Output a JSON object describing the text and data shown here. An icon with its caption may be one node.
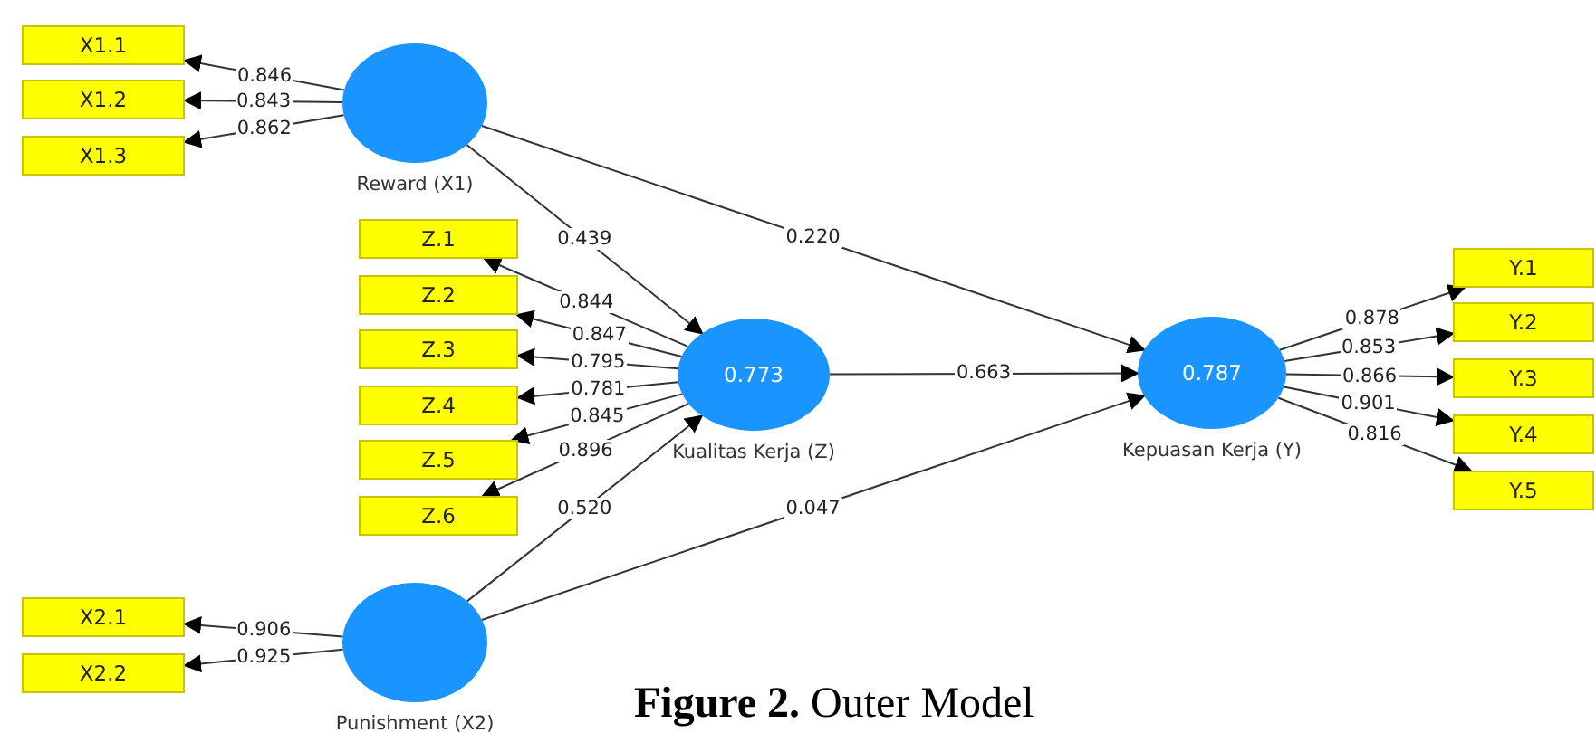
{
  "diagram": {
    "caption": "**Figure 2.** Outer Model",
    "nodes": [
      {
        "text": [
          "X1.1"
        ]
      },
      {
        "text": [
          "X1.2"
        ]
      },
      {
        "text": [
          "X1.3"
        ]
      },
      {
        "text": [],
        "shape": "circle",
        "beside": [
          "Reward (X1)"
        ]
      },
      {
        "text": [
          "Z.1"
        ]
      },
      {
        "text": [
          "Z.2"
        ]
      },
      {
        "text": [
          "Z.3"
        ]
      },
      {
        "text": [
          "Z.4"
        ]
      },
      {
        "text": [
          "Z.5"
        ]
      },
      {
        "text": [
          "Z.6"
        ]
      },
      {
        "text": [
          "0.773"
        ],
        "beside": [
          "Kualitas Kerja (Z)"
        ]
      },
      {
        "text": [
          "0.787"
        ],
        "beside": [
          "Kepuasan Kerja (Y)"
        ]
      },
      {
        "text": [
          "Y.1"
        ]
      },
      {
        "text": [
          "Y.2"
        ]
      },
      {
        "text": [
          "Y.3"
        ]
      },
      {
        "text": [
          "Y.4"
        ]
      },
      {
        "text": [
          "Y.5"
        ]
      },
      {
        "text": [
          "X2.1"
        ]
      },
      {
        "text": [
          "X2.2"
        ]
      },
      {
        "text": [],
        "shape": "circle",
        "beside": [
          "Punishment (X2)"
        ]
      }
    ],
    "edges": [
      {
        "from": 3,
        "to": 0,
        "arrow": "to",
        "label": "0.846"
      },
      {
        "from": 3,
        "to": 1,
        "arrow": "to",
        "label": "0.843"
      },
      {
        "from": 3,
        "to": 2,
        "arrow": "to",
        "label": "0.862"
      },
      {
        "from": 3,
        "to": 10,
        "arrow": "to",
        "label": "0.439"
      },
      {
        "from": 3,
        "to": 11,
        "arrow": "to",
        "label": "0.220"
      },
      {
        "from": 10,
        "to": 4,
        "arrow": "to",
        "label": "0.844"
      },
      {
        "from": 10,
        "to": 5,
        "arrow": "to",
        "label": "0.847"
      },
      {
        "from": 10,
        "to": 6,
        "arrow": "to",
        "label": "0.795"
      },
      {
        "from": 10,
        "to": 7,
        "arrow": "to",
        "label": "0.781"
      },
      {
        "from": 10,
        "to": 8,
        "arrow": "to",
        "label": "0.845"
      },
      {
        "from": 10,
        "to": 9,
        "arrow": "to",
        "label": "0.896"
      },
      {
        "from": 10,
        "to": 11,
        "arrow": "to",
        "label": "0.663"
      },
      {
        "from": 11,
        "to": 12,
        "arrow": "to",
        "label": "0.878"
      },
      {
        "from": 11,
        "to": 13,
        "arrow": "to",
        "label": "0.853"
      },
      {
        "from": 11,
        "to": 14,
        "arrow": "to",
        "label": "0.866"
      },
      {
        "from": 11,
        "to": 15,
        "arrow": "to",
        "label": "0.901"
      },
      {
        "from": 11,
        "to": 16,
        "arrow": "to",
        "label": "0.816"
      },
      {
        "from": 19,
        "to": 17,
        "arrow": "to",
        "label": "0.906"
      },
      {
        "from": 19,
        "to": 18,
        "arrow": "to",
        "label": "0.925"
      },
      {
        "from": 19,
        "to": 10,
        "arrow": "to",
        "label": "0.520"
      },
      {
        "from": 19,
        "to": 11,
        "arrow": "to",
        "label": "0.047"
      }
    ]
  }
}
